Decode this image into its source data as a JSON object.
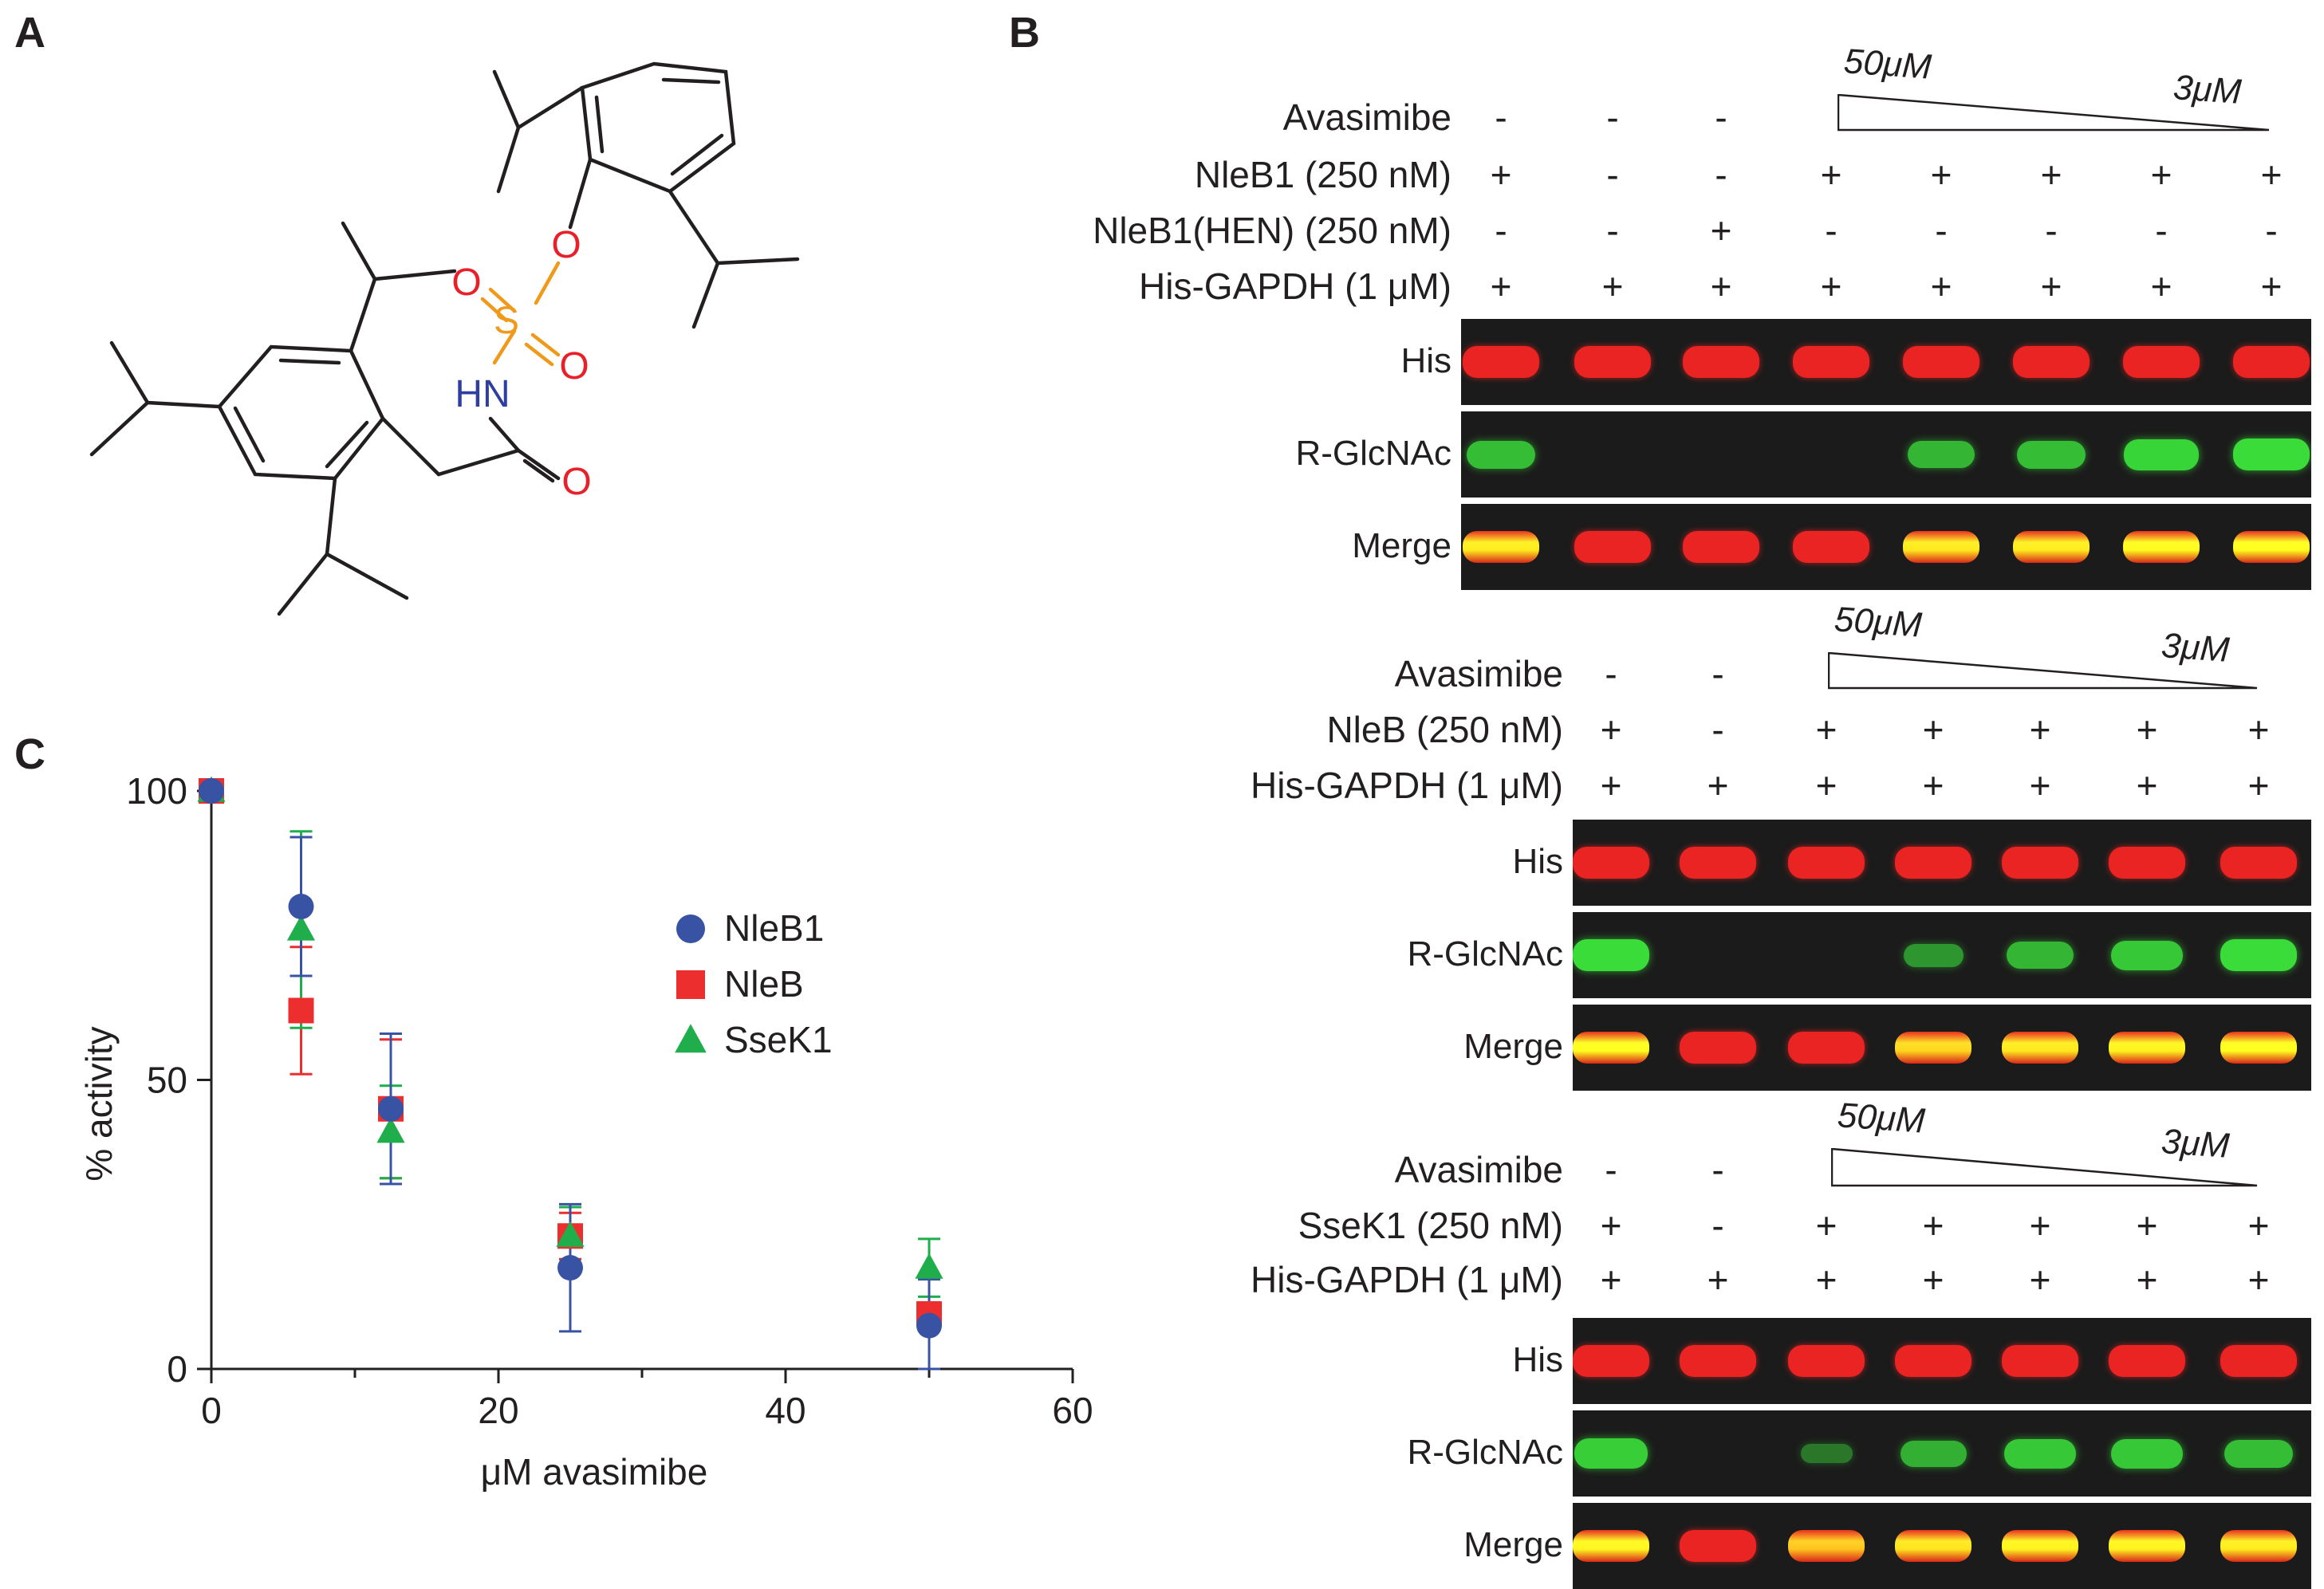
{
  "figure": {
    "panels": {
      "a": "A",
      "b": "B",
      "c": "C"
    },
    "structure": {
      "atoms": [
        "O",
        "O",
        "S",
        "O",
        "HN",
        "O"
      ],
      "colors": {
        "oxygen": "#e8202a",
        "sulfur": "#f09a1c",
        "nitrogen": "#2f3f9f",
        "bond": "#231f20"
      }
    },
    "gel_blocks": [
      {
        "rows": [
          {
            "label": "Avasimibe",
            "symbols": [
              "-",
              "-",
              "-",
              "",
              "",
              "",
              "",
              ""
            ]
          },
          {
            "label": "NleB1 (250 nM)",
            "symbols": [
              "+",
              "-",
              "-",
              "+",
              "+",
              "+",
              "+",
              "+"
            ]
          },
          {
            "label": "NleB1(HEN) (250 nM)",
            "symbols": [
              "-",
              "-",
              "+",
              "-",
              "-",
              "-",
              "-",
              "-"
            ]
          },
          {
            "label": "His-GAPDH (1 μM)",
            "symbols": [
              "+",
              "+",
              "+",
              "+",
              "+",
              "+",
              "+",
              "+"
            ]
          }
        ],
        "gradient": {
          "high": "50μM",
          "low": "3μM"
        },
        "blots": [
          {
            "label": "His",
            "red": [
              1,
              1,
              1,
              1,
              1,
              1,
              1,
              1
            ],
            "green": [
              0,
              0,
              0,
              0,
              0,
              0,
              0,
              0
            ]
          },
          {
            "label": "R-GlcNAc",
            "red": [
              0,
              0,
              0,
              0,
              0,
              0,
              0,
              0
            ],
            "green": [
              0.75,
              0,
              0,
              0,
              0.7,
              0.75,
              0.95,
              1
            ]
          },
          {
            "label": "Merge",
            "red": [
              1,
              1,
              1,
              1,
              1,
              1,
              1,
              1
            ],
            "green": [
              0.75,
              0,
              0,
              0,
              0.7,
              0.75,
              0.95,
              1
            ]
          }
        ]
      },
      {
        "rows": [
          {
            "label": "Avasimibe",
            "symbols": [
              "-",
              "-",
              "",
              "",
              "",
              "",
              ""
            ]
          },
          {
            "label": "NleB (250 nM)",
            "symbols": [
              "+",
              "-",
              "+",
              "+",
              "+",
              "+",
              "+"
            ]
          },
          {
            "label": "His-GAPDH (1 μM)",
            "symbols": [
              "+",
              "+",
              "+",
              "+",
              "+",
              "+",
              "+"
            ]
          }
        ],
        "gradient": {
          "high": "50μM",
          "low": "3μM"
        },
        "blots": [
          {
            "label": "His",
            "red": [
              1,
              1,
              1,
              1,
              1,
              1,
              1
            ],
            "green": [
              0,
              0,
              0,
              0,
              0,
              0,
              0
            ]
          },
          {
            "label": "R-GlcNAc",
            "red": [
              0,
              0,
              0,
              0,
              0,
              0,
              0
            ],
            "green": [
              1,
              0,
              0,
              0.45,
              0.7,
              0.85,
              1
            ]
          },
          {
            "label": "Merge",
            "red": [
              1,
              1,
              1,
              1,
              1,
              1,
              1
            ],
            "green": [
              1,
              0,
              0,
              0.45,
              0.7,
              0.85,
              1
            ]
          }
        ]
      },
      {
        "rows": [
          {
            "label": "Avasimibe",
            "symbols": [
              "-",
              "-",
              "",
              "",
              "",
              "",
              ""
            ]
          },
          {
            "label": "SseK1 (250 nM)",
            "symbols": [
              "+",
              "-",
              "+",
              "+",
              "+",
              "+",
              "+"
            ]
          },
          {
            "label": "His-GAPDH (1 μM)",
            "symbols": [
              "+",
              "+",
              "+",
              "+",
              "+",
              "+",
              "+"
            ]
          }
        ],
        "gradient": {
          "high": "50μM",
          "low": "3μM"
        },
        "blots": [
          {
            "label": "His",
            "red": [
              1,
              1,
              1,
              1,
              1,
              1,
              1
            ],
            "green": [
              0,
              0,
              0,
              0,
              0,
              0,
              0
            ]
          },
          {
            "label": "R-GlcNAc",
            "red": [
              0,
              0,
              0,
              0,
              0,
              0,
              0
            ],
            "green": [
              0.9,
              0,
              0.2,
              0.65,
              0.85,
              0.85,
              0.75
            ]
          },
          {
            "label": "Merge",
            "red": [
              1,
              1,
              1,
              1,
              1,
              1,
              1
            ],
            "green": [
              0.9,
              0,
              0.2,
              0.65,
              0.85,
              0.85,
              0.75
            ]
          }
        ]
      }
    ]
  },
  "chart_data": {
    "type": "scatter",
    "title": "",
    "xlabel": "μM avasimibe",
    "ylabel": "% activity",
    "xlim": [
      0,
      60
    ],
    "ylim": [
      0,
      100
    ],
    "xticks": [
      "0",
      "20",
      "40",
      "60"
    ],
    "yticks": [
      "0",
      "50",
      "100"
    ],
    "grid": false,
    "legend_position": "right",
    "series": [
      {
        "name": "NleB1",
        "color": "#3953a4",
        "marker": "circle",
        "points": [
          {
            "x": 0,
            "y": 100,
            "err": 0
          },
          {
            "x": 6.25,
            "y": 80,
            "err": 12
          },
          {
            "x": 12.5,
            "y": 45,
            "err": 13
          },
          {
            "x": 25,
            "y": 17.5,
            "err": 11
          },
          {
            "x": 50,
            "y": 7.5,
            "err": 8
          }
        ]
      },
      {
        "name": "NleB",
        "color": "#ec2e2e",
        "marker": "square",
        "points": [
          {
            "x": 0,
            "y": 100,
            "err": 0
          },
          {
            "x": 6.25,
            "y": 62,
            "err": 11
          },
          {
            "x": 12.5,
            "y": 45,
            "err": 12
          },
          {
            "x": 25,
            "y": 23,
            "err": 4
          },
          {
            "x": 50,
            "y": 9.5,
            "err": 2
          }
        ]
      },
      {
        "name": "SseK1",
        "color": "#1fae4b",
        "marker": "triangle",
        "points": [
          {
            "x": 0,
            "y": 100,
            "err": 0
          },
          {
            "x": 6.25,
            "y": 76,
            "err": 17
          },
          {
            "x": 12.5,
            "y": 41,
            "err": 8
          },
          {
            "x": 25,
            "y": 23,
            "err": 5
          },
          {
            "x": 50,
            "y": 17.5,
            "err": 5
          }
        ]
      }
    ]
  }
}
